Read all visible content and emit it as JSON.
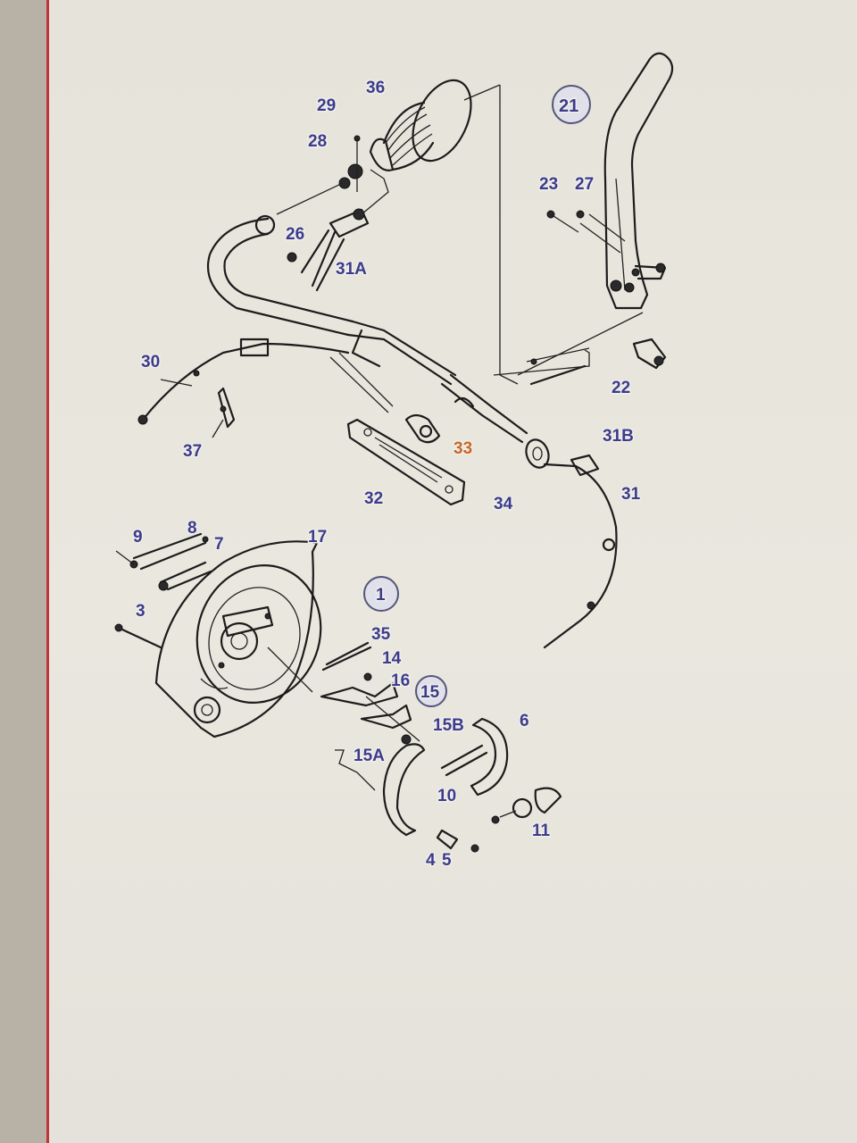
{
  "diagram": {
    "labels": [
      {
        "id": "l36",
        "text": "36"
      },
      {
        "id": "l29",
        "text": "29"
      },
      {
        "id": "l28",
        "text": "28"
      },
      {
        "id": "l26",
        "text": "26"
      },
      {
        "id": "l31a",
        "text": "31A"
      },
      {
        "id": "l21",
        "text": "21"
      },
      {
        "id": "l23",
        "text": "23"
      },
      {
        "id": "l27",
        "text": "27"
      },
      {
        "id": "l22",
        "text": "22"
      },
      {
        "id": "l30",
        "text": "30"
      },
      {
        "id": "l37",
        "text": "37"
      },
      {
        "id": "l33",
        "text": "33"
      },
      {
        "id": "l32",
        "text": "32"
      },
      {
        "id": "l34",
        "text": "34"
      },
      {
        "id": "l31b",
        "text": "31B"
      },
      {
        "id": "l31",
        "text": "31"
      },
      {
        "id": "l9",
        "text": "9"
      },
      {
        "id": "l8",
        "text": "8"
      },
      {
        "id": "l7",
        "text": "7"
      },
      {
        "id": "l17",
        "text": "17"
      },
      {
        "id": "l3",
        "text": "3"
      },
      {
        "id": "l1",
        "text": "1"
      },
      {
        "id": "l35",
        "text": "35"
      },
      {
        "id": "l14",
        "text": "14"
      },
      {
        "id": "l16",
        "text": "16"
      },
      {
        "id": "l15",
        "text": "15"
      },
      {
        "id": "l15b",
        "text": "15B"
      },
      {
        "id": "l6",
        "text": "6"
      },
      {
        "id": "l15a",
        "text": "15A"
      },
      {
        "id": "l10",
        "text": "10"
      },
      {
        "id": "l11",
        "text": "11"
      },
      {
        "id": "l4",
        "text": "4"
      },
      {
        "id": "l5",
        "text": "5"
      }
    ],
    "colors": {
      "label": "#3d3b8c",
      "label_highlight": "#c9682a",
      "frame_red": "#c0333a",
      "paper": "#e8e6dd"
    }
  }
}
